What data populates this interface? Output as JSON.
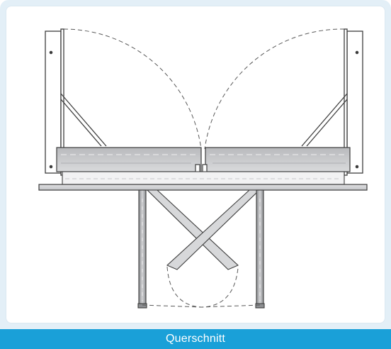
{
  "caption": {
    "text": "Querschnitt"
  },
  "colors": {
    "frame_background": "#e3eff7",
    "panel_background": "#ffffff",
    "caption_bar": "#1aa0d8",
    "caption_text": "#ffffff",
    "line_art": "#4a4a4a",
    "deck_fill": "#c9cacc",
    "table_top_fill": "#d6d7d9",
    "leg_fill": "#a9abae"
  },
  "icons": {
    "left_door_panel": "folding-side-panel",
    "right_door_panel": "folding-side-panel",
    "scissor_lift": "scissor-legs"
  }
}
